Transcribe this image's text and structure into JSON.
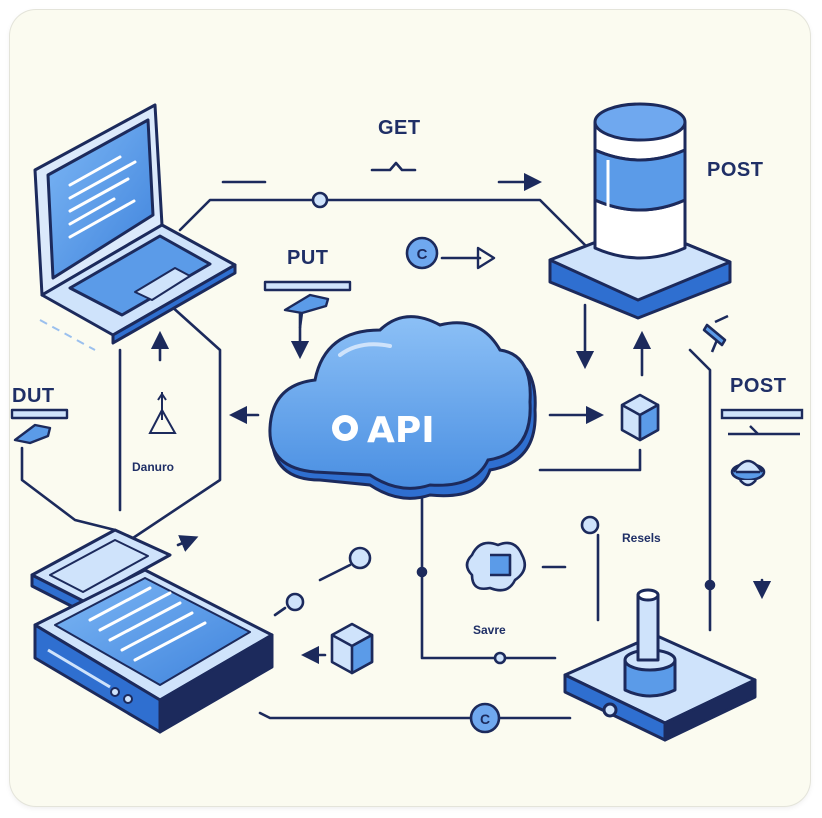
{
  "labels": {
    "get": "GET",
    "put_top": "PUT",
    "put_left": "DUT",
    "post_top": "POST",
    "post_right": "POST",
    "api": "API",
    "danuro": "Danuro",
    "resels": "Resels",
    "savre": "Savre"
  },
  "colors": {
    "background": "#fbfbf0",
    "stroke": "#1c2a5c",
    "device_light": "#cfe3fb",
    "device_mid": "#5b9be8",
    "device_dark": "#2f6fd0",
    "cloud": "#5e9fea"
  },
  "icons": [
    "laptop-icon",
    "server-icon",
    "database-icon",
    "cloud-icon",
    "router-icon",
    "cube-icon"
  ]
}
